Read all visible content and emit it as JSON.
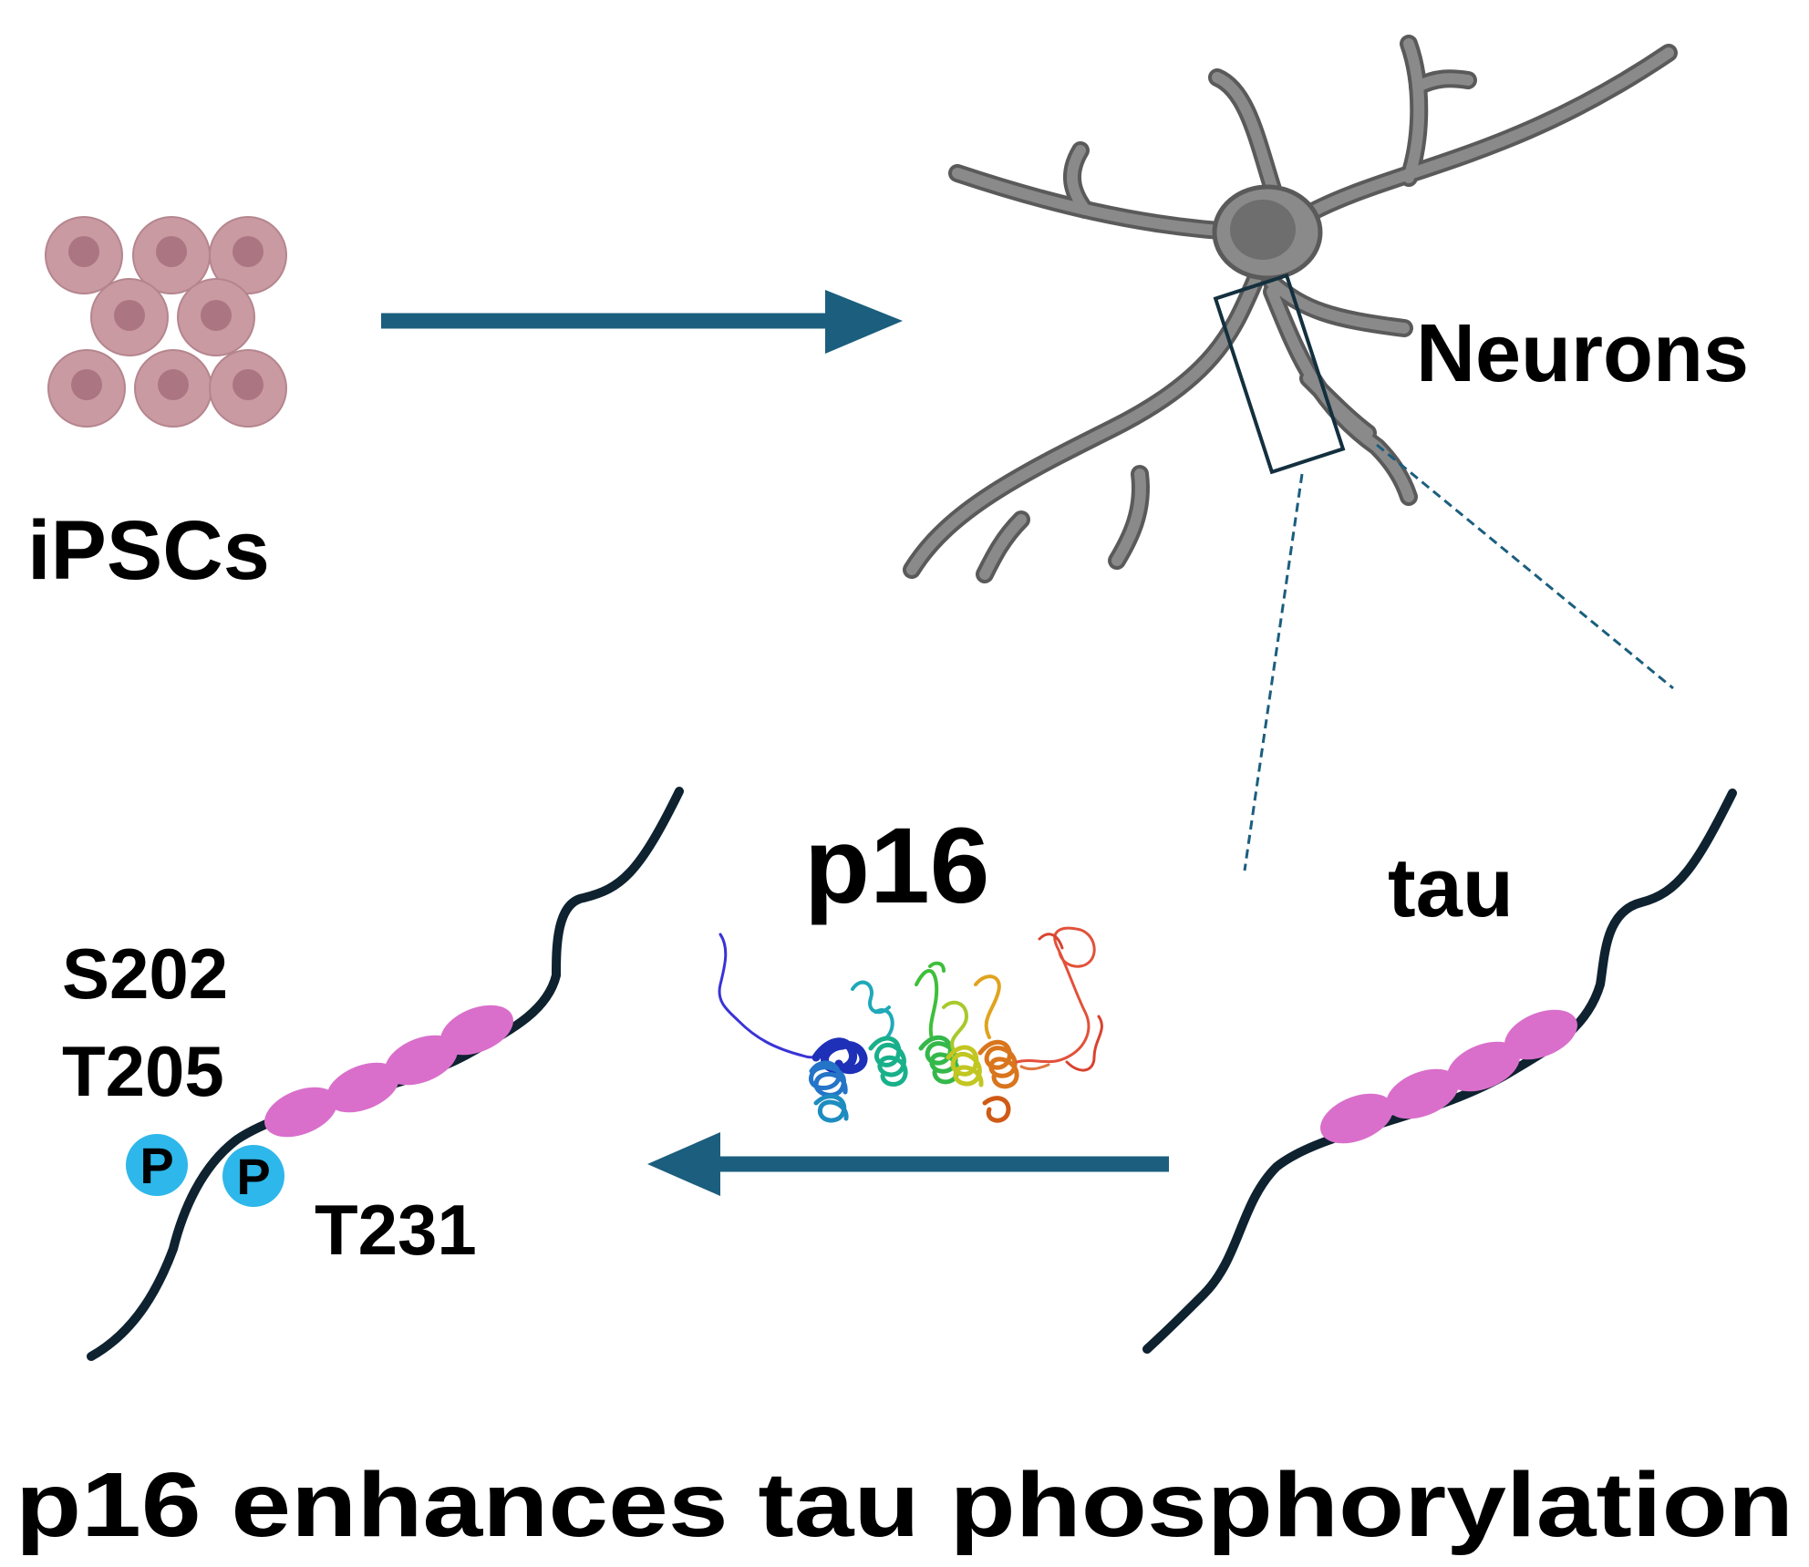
{
  "labels": {
    "ipscs": "iPSCs",
    "neurons": "Neurons",
    "tau": "tau",
    "p16": "p16",
    "site_s202": "S202",
    "site_t205": "T205",
    "site_t231": "T231",
    "phospho_marker": "P",
    "caption": "p16 enhances tau phosphorylation"
  },
  "colors": {
    "ipsc_cell": "#c99aa2",
    "ipsc_nucleus": "#ab7582",
    "neuron": "#8a8a8a",
    "neuron_body": "#6e6e6e",
    "arrow": "#1b5e7e",
    "tau_strand": "#0e2230",
    "tau_domain": "#d96fcb",
    "phospho": "#2eb7ea",
    "zoom_box": "#14303f"
  },
  "icons": {
    "ipsc_cluster": "ipsc-cells-icon",
    "neuron": "neuron-icon",
    "protein": "p16-protein-ribbon-icon"
  }
}
